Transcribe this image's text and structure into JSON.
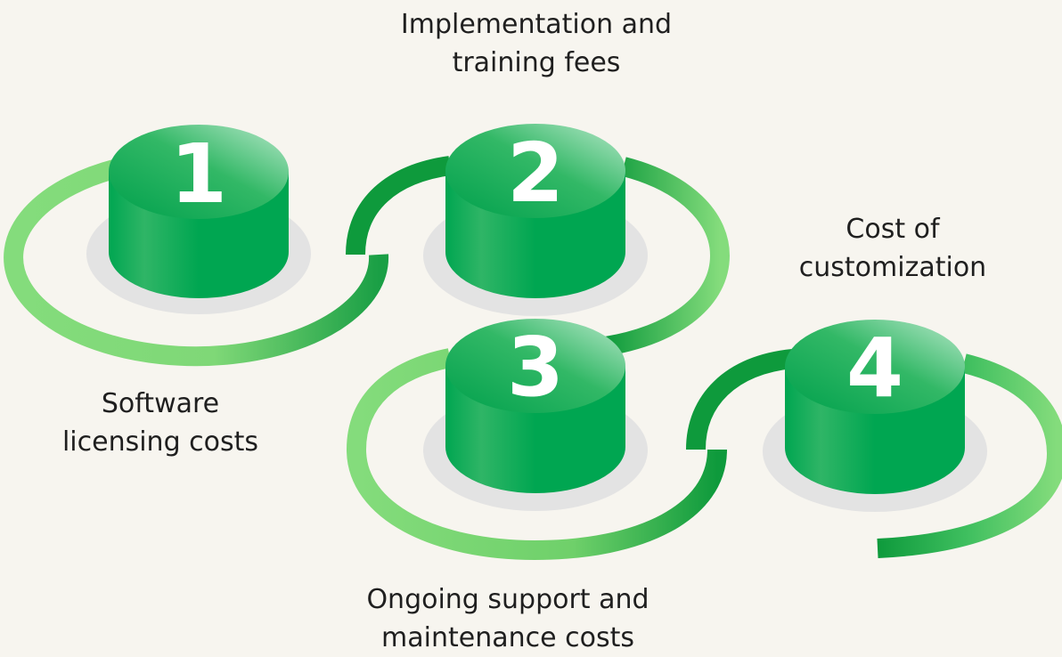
{
  "steps": [
    {
      "number": "1",
      "label_lines": [
        "Software",
        "licensing costs"
      ]
    },
    {
      "number": "2",
      "label_lines": [
        "Implementation and",
        "training fees"
      ]
    },
    {
      "number": "3",
      "label_lines": [
        "Ongoing support and",
        "maintenance costs"
      ]
    },
    {
      "number": "4",
      "label_lines": [
        "Cost of",
        "customization"
      ]
    }
  ],
  "colors": {
    "background": "#f7f5ef",
    "ribbon_light": "#84dc7c",
    "ribbon_dark": "#0e9f3e",
    "cylinder_side": "#00a651",
    "cylinder_top": "#3dbd6f",
    "shadow": "#e3e3e3",
    "number": "#ffffff",
    "text": "#1f1f1f"
  }
}
